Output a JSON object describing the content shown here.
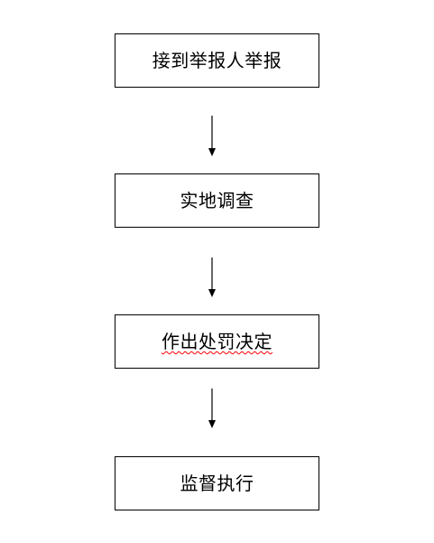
{
  "flowchart": {
    "steps": [
      {
        "label": "接到举报人举报"
      },
      {
        "label": "实地调查"
      },
      {
        "label": "作出处罚决定"
      },
      {
        "label": "监督执行"
      }
    ],
    "colors": {
      "stroke": "#000000",
      "spellcheck_underline": "#ff0000"
    }
  }
}
